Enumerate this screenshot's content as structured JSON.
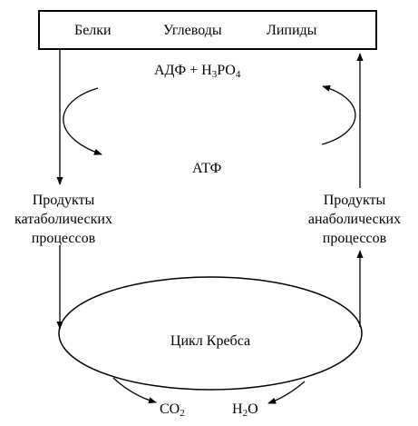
{
  "top_box": {
    "items": [
      "Белки",
      "Углеводы",
      "Липиды"
    ]
  },
  "cycle": {
    "adp": "АДФ + Н",
    "adp_sub3": "3",
    "adp_po": "РО",
    "adp_sub4": "4",
    "atp": "АТФ"
  },
  "left_products": [
    "Продукты",
    "катаболических",
    "процессов"
  ],
  "right_products": [
    "Продукты",
    "анаболических",
    "процессов"
  ],
  "krebs": {
    "label": "Цикл  Кребса"
  },
  "outputs": {
    "co2_main": "СО",
    "co2_sub": "2",
    "h2o_h": "Н",
    "h2o_sub": "2",
    "h2o_o": "О"
  }
}
